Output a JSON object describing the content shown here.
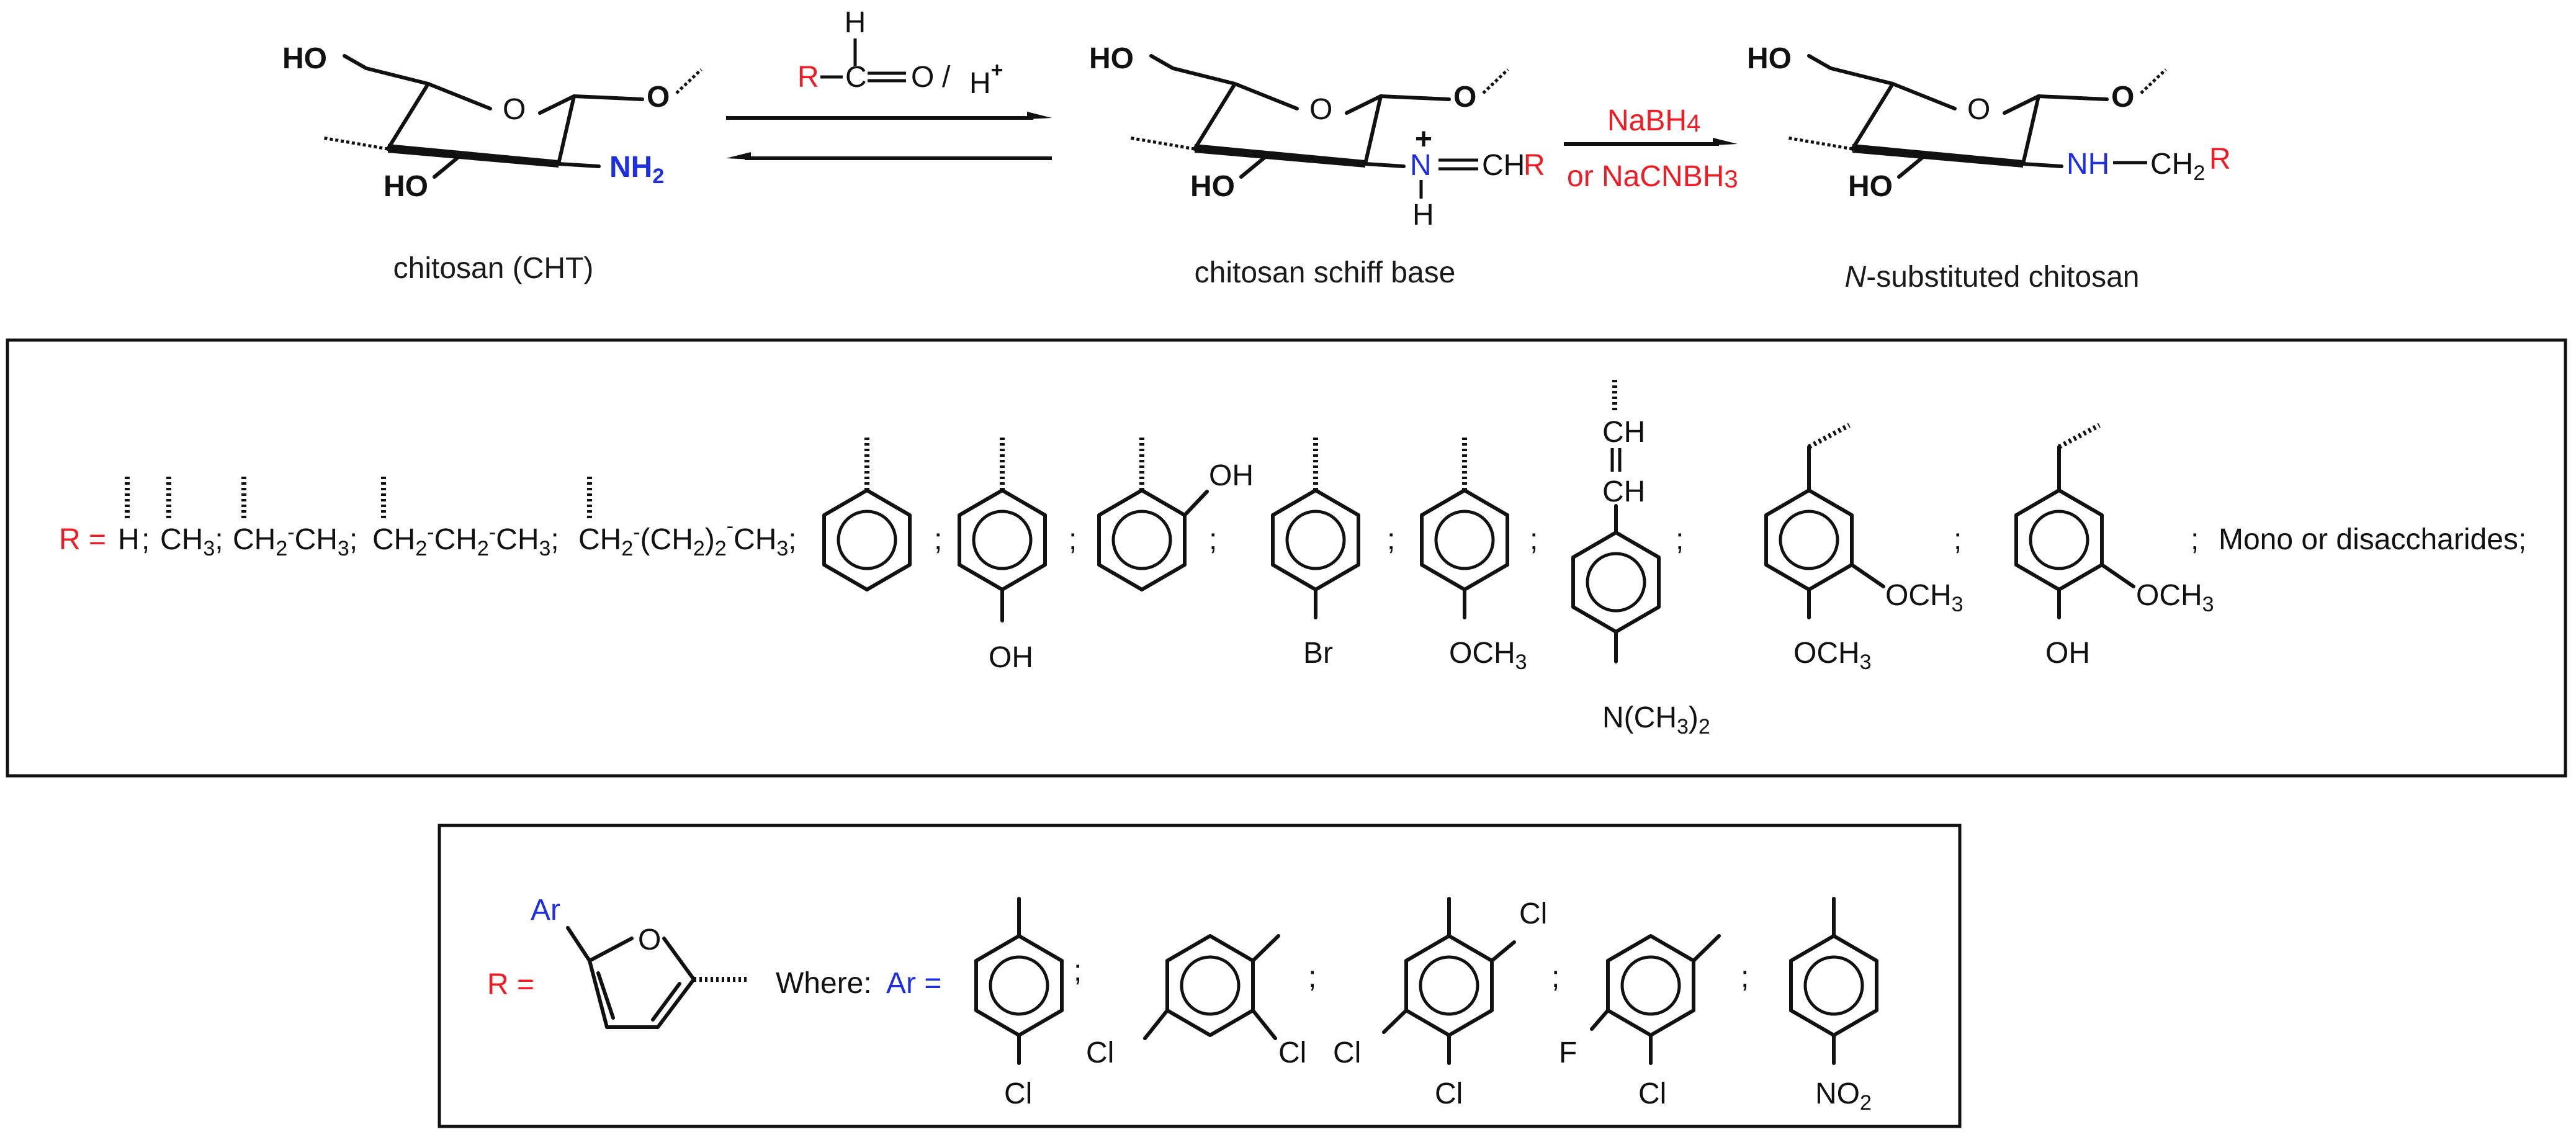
{
  "scheme": {
    "reactant": {
      "label": "chitosan (CHT)",
      "ho_top": "HO",
      "ring_o": "O",
      "glyco_o": "O",
      "ho_bottom": "HO",
      "amine": "NH",
      "amine_sub": "2"
    },
    "step1": {
      "reagent_r": "R",
      "reagent_c": "C",
      "reagent_o": "O",
      "reagent_h": "H",
      "reagent_slash": "/",
      "acid": "H",
      "acid_charge": "+"
    },
    "intermediate": {
      "label": "chitosan schiff base",
      "ho_top": "HO",
      "ring_o": "O",
      "glyco_o": "O",
      "ho_bottom": "HO",
      "n_plus": "+",
      "n": "N",
      "ch": "CH",
      "r": "R",
      "h": "H"
    },
    "step2": {
      "reagent1": "NaBH",
      "reagent1_sub": "4",
      "reagent2": "or NaCNBH",
      "reagent2_sub": "3"
    },
    "product": {
      "label_italic": "N",
      "label_rest": "-substituted chitosan",
      "ho_top": "HO",
      "ring_o": "O",
      "glyco_o": "O",
      "ho_bottom": "HO",
      "nh": "NH",
      "ch2": "CH",
      "ch2_sub": "2",
      "r": "R"
    }
  },
  "r_groups_box": {
    "r_equals": "R =",
    "h": "H",
    "sep": ";",
    "ch3": "CH",
    "sub3": "3",
    "ch2": "CH",
    "sub2": "2",
    "dash": "-",
    "paren_open": "(CH",
    "paren_close": ")",
    "oh": "OH",
    "br": "Br",
    "och3": "OCH",
    "ch": "CH",
    "nme2": "N(CH",
    "nme2_close": ")",
    "tail": "Mono or disaccharides;"
  },
  "furan_box": {
    "r_equals": "R =",
    "ar": "Ar",
    "furan_o": "O",
    "where": "Where:",
    "ar_equals": "Ar =",
    "cl": "Cl",
    "f": "F",
    "no2": "NO",
    "no2_sub": "2",
    "sep": ";"
  }
}
